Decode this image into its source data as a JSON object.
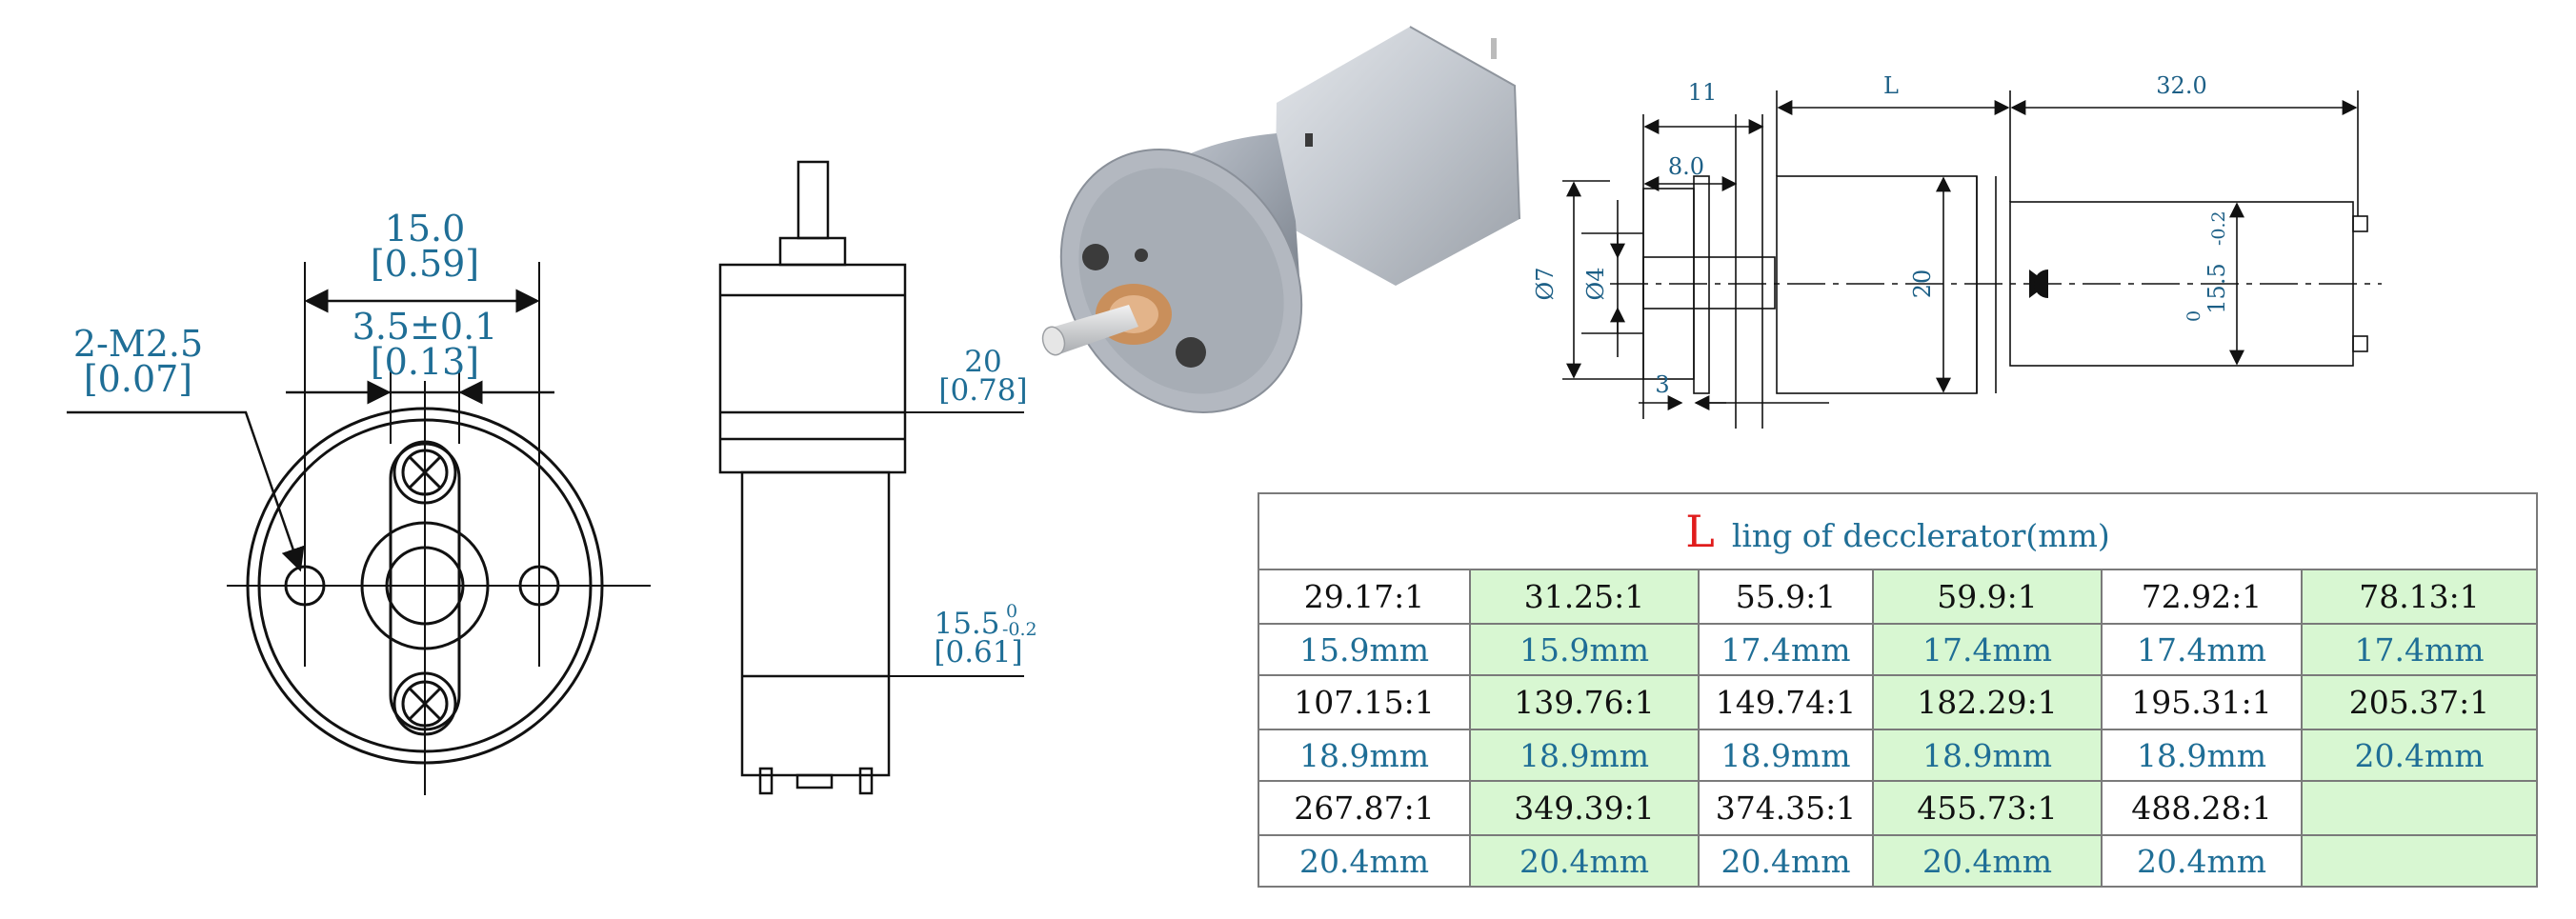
{
  "front_view": {
    "width_dim": "15.0",
    "width_dim_in": "[0.59]",
    "shaft_dim": "3.5±0.1",
    "shaft_dim_in": "[0.13]",
    "hole_label": "2-M2.5",
    "hole_label_in": "[0.07]"
  },
  "side_view": {
    "diameter": "20",
    "diameter_in": "[0.78]",
    "length_main": "15.5",
    "length_sup": "0",
    "length_sub": "-0.2",
    "length_in": "[0.61]"
  },
  "tech_drawing": {
    "dim_11": "11",
    "dim_L": "L",
    "dim_32": "32.0",
    "dim_8": "8.0",
    "dim_d7": "Ø7",
    "dim_d4": "Ø4",
    "dim_20": "20",
    "dim_3": "3",
    "dim_155_sup": "0",
    "dim_155_main": "15.5",
    "dim_155_sub": "-0.2"
  },
  "table": {
    "title_letter": "L",
    "title_text": "ling of decclerator(mm)",
    "rows": [
      {
        "ratios": [
          "29.17:1",
          "31.25:1",
          "55.9:1",
          "59.9:1",
          "72.92:1",
          "78.13:1"
        ],
        "lengths": [
          "15.9mm",
          "15.9mm",
          "17.4mm",
          "17.4mm",
          "17.4mm",
          "17.4mm"
        ]
      },
      {
        "ratios": [
          "107.15:1",
          "139.76:1",
          "149.74:1",
          "182.29:1",
          "195.31:1",
          "205.37:1"
        ],
        "lengths": [
          "18.9mm",
          "18.9mm",
          "18.9mm",
          "18.9mm",
          "18.9mm",
          "20.4mm"
        ]
      },
      {
        "ratios": [
          "267.87:1",
          "349.39:1",
          "374.35:1",
          "455.73:1",
          "488.28:1",
          ""
        ],
        "lengths": [
          "20.4mm",
          "20.4mm",
          "20.4mm",
          "20.4mm",
          "20.4mm",
          ""
        ]
      }
    ]
  },
  "colors": {
    "dimension": "#1f6e96",
    "title_letter": "#e01c1c",
    "cell_green": "#d8f7d2"
  }
}
